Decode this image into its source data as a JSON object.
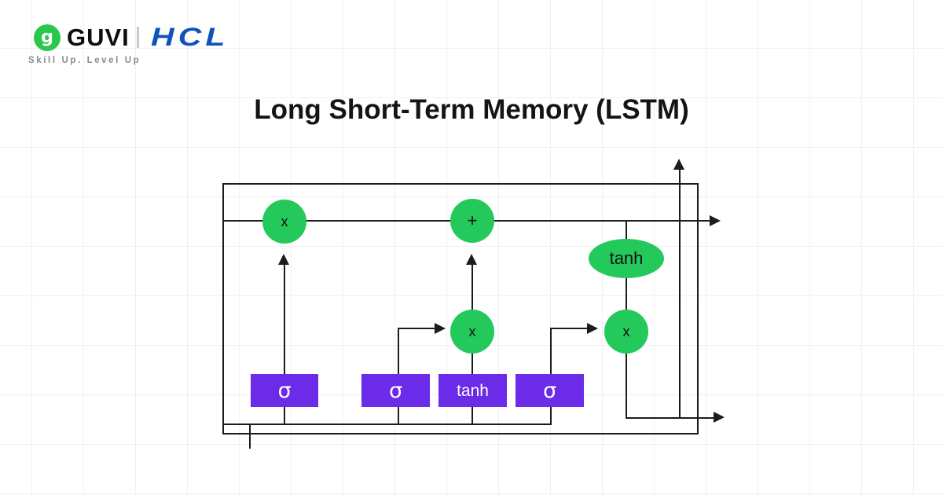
{
  "header": {
    "brand": "GUVI",
    "partner": "HCL",
    "tagline": "Skill Up. Level Up",
    "logo_glyph": "g"
  },
  "title": "Long Short-Term Memory (LSTM)",
  "colors": {
    "ink": "#1c1c1c",
    "green": "#23C95A",
    "purple": "#6C2BE9",
    "logo-green": "#2AC74B",
    "hcl-blue": "#0F52BA",
    "grid": "#f1f0f1",
    "gray": "#8a8a8a"
  },
  "diagram": {
    "nodes": {
      "multiply_left": "x",
      "add": "+",
      "tanh_activation": "tanh",
      "multiply_mid": "x",
      "multiply_right": "x"
    },
    "gates": {
      "forget_sigma": "σ",
      "input_sigma": "σ",
      "candidate_tanh": "tanh",
      "output_sigma": "σ"
    }
  }
}
